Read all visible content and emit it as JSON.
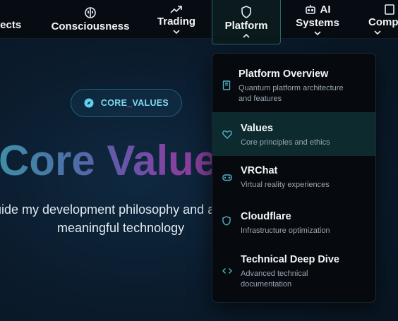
{
  "nav": {
    "projects": "jects",
    "consciousness": "Consciousness",
    "trading": "Trading",
    "platform": "Platform",
    "ai_systems_line1": "AI",
    "ai_systems_line2": "Systems",
    "company": "Comp"
  },
  "hero": {
    "badge": "CORE_VALUES",
    "title": "Core Values",
    "subtitle_line1": "uide my development philosophy and approach to building",
    "subtitle_line2": "meaningful technology"
  },
  "dropdown": {
    "items": [
      {
        "title": "Platform Overview",
        "desc_line1": "Quantum platform architecture",
        "desc_line2": "and features",
        "icon": "book-icon"
      },
      {
        "title": "Values",
        "desc_line1": "Core principles and ethics",
        "desc_line2": "",
        "icon": "heart-icon"
      },
      {
        "title": "VRChat",
        "desc_line1": "Virtual reality experiences",
        "desc_line2": "",
        "icon": "gamepad-icon"
      },
      {
        "title": "Cloudflare",
        "desc_line1": "Infrastructure optimization",
        "desc_line2": "",
        "icon": "shield-icon"
      },
      {
        "title": "Technical Deep Dive",
        "desc_line1": "Advanced technical",
        "desc_line2": "documentation",
        "icon": "code-icon"
      }
    ]
  },
  "colors": {
    "accent": "#1f6b6b",
    "badge_text": "#7fd7f0",
    "icon_teal": "#4fb3c8"
  }
}
